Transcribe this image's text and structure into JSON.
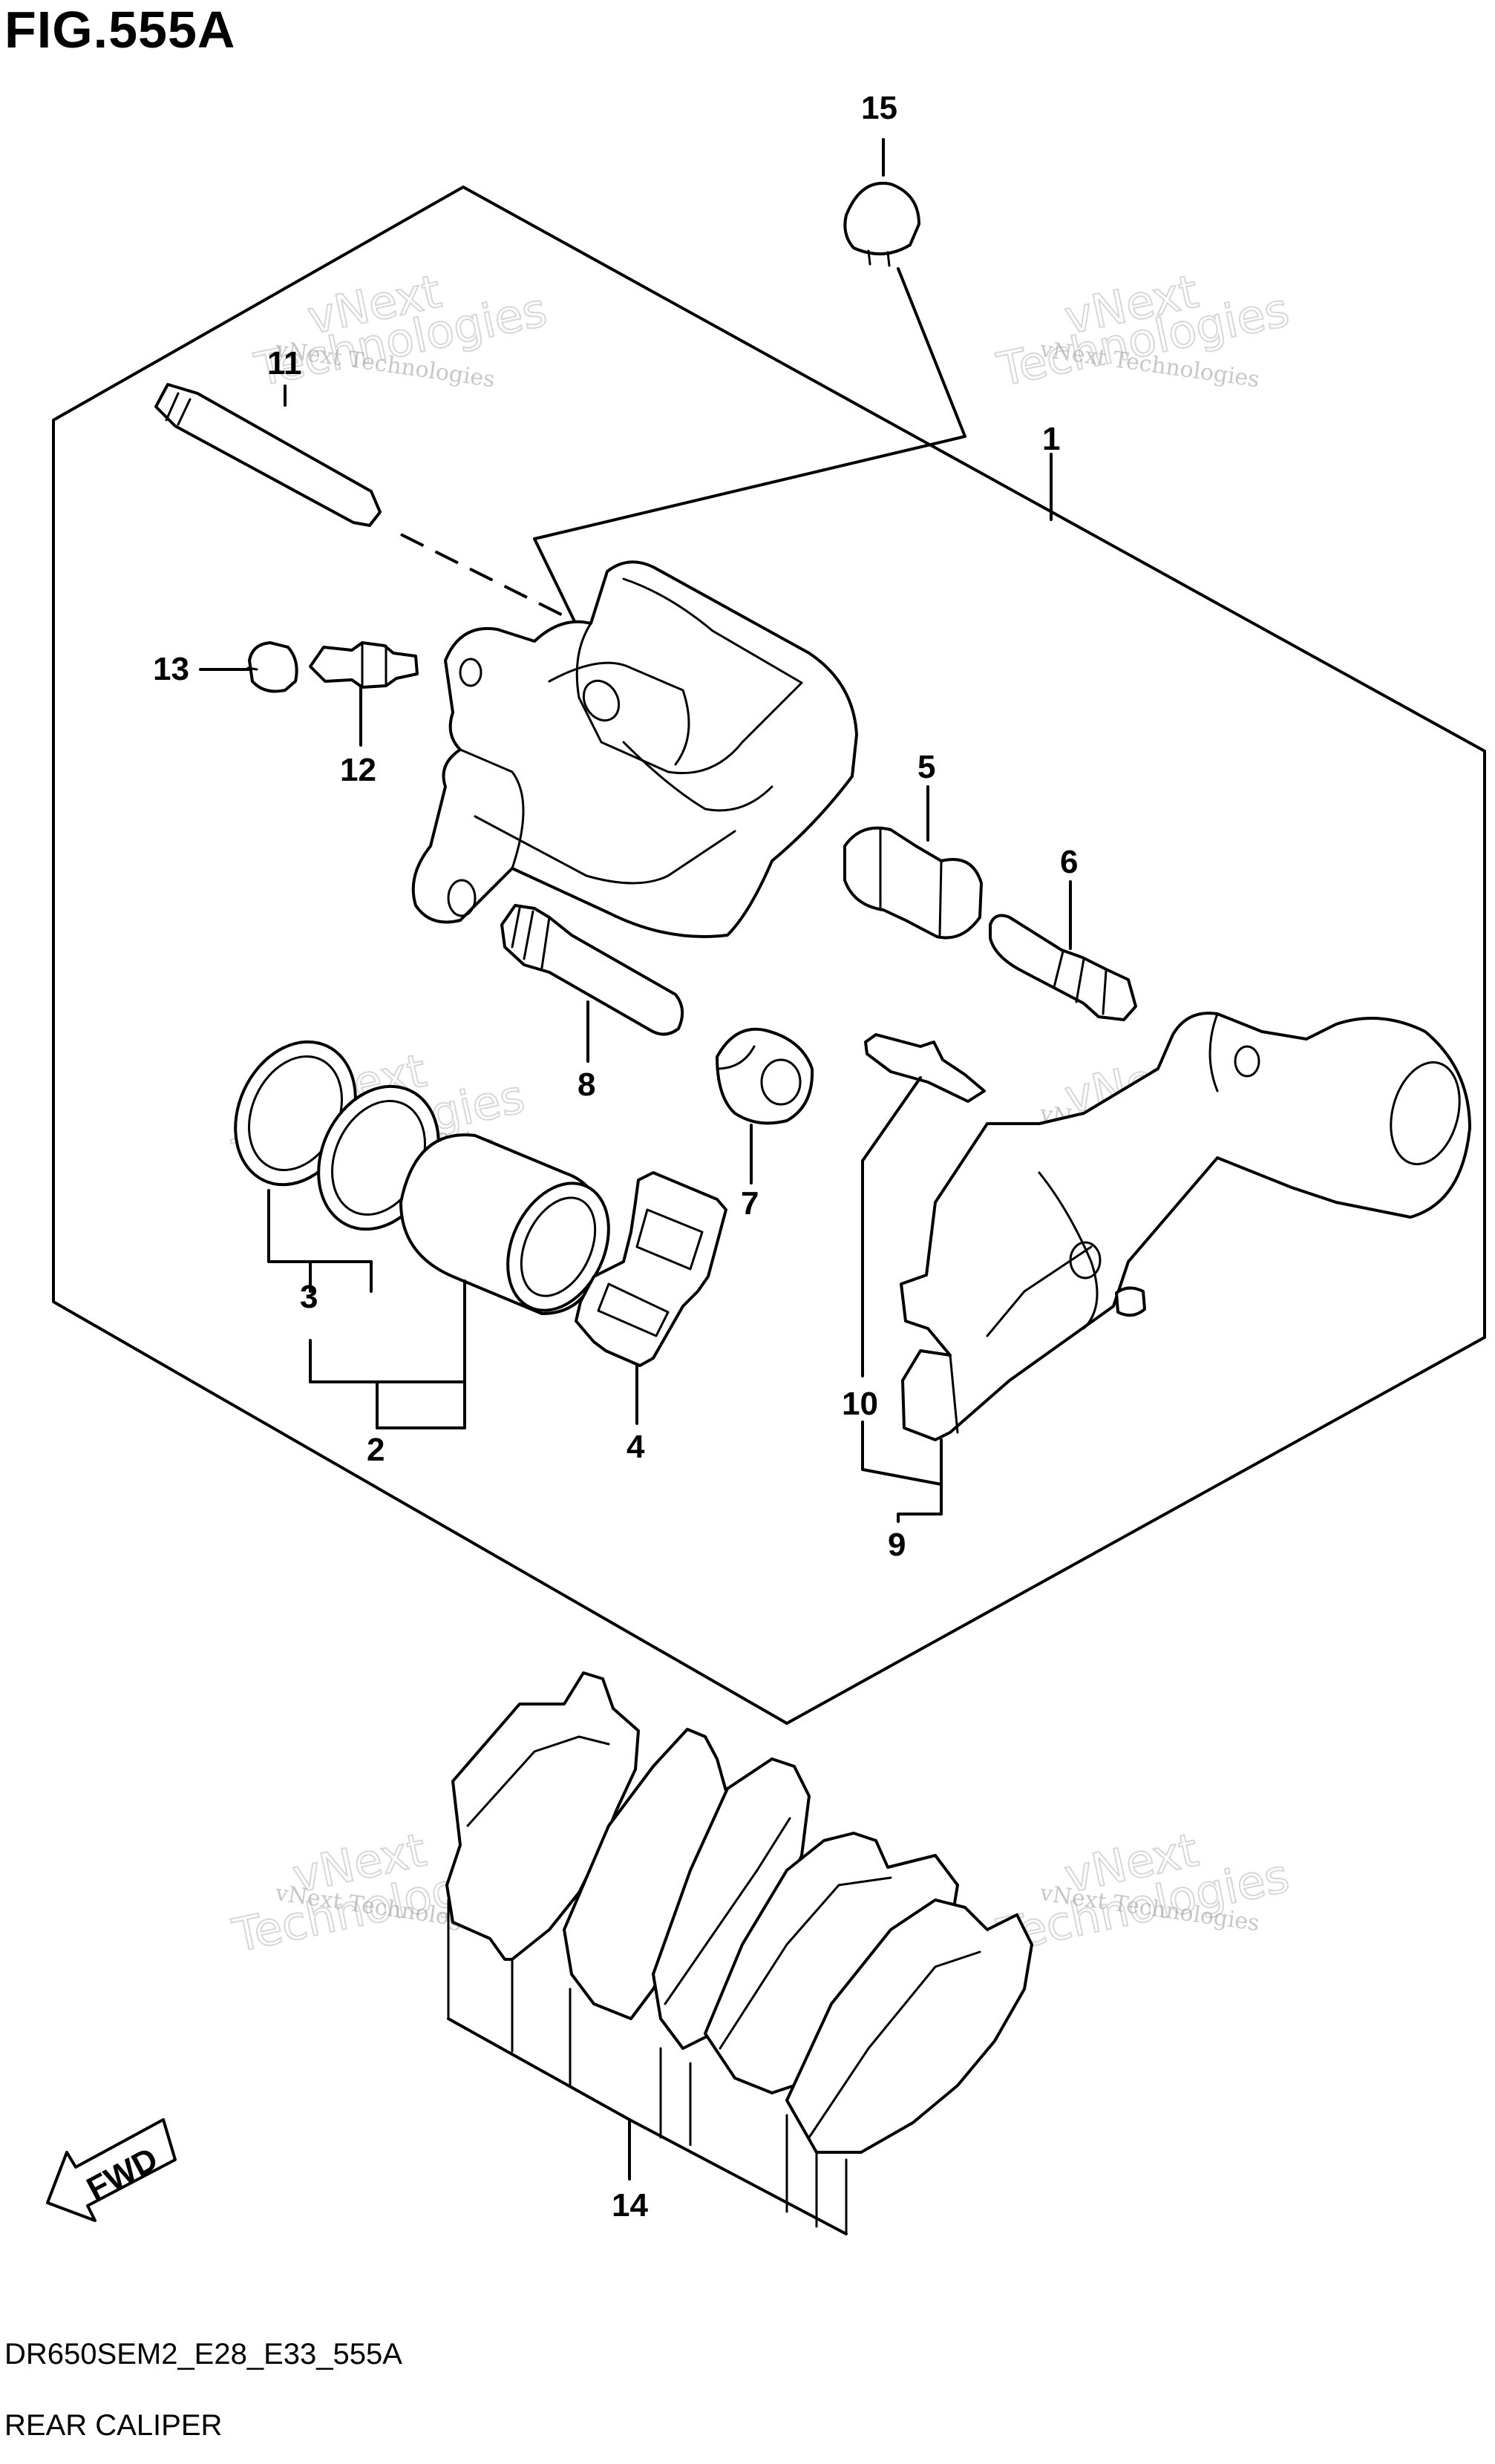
{
  "header": {
    "figure_title": "FIG.555A"
  },
  "footer": {
    "model_code": "DR650SEM2_E28_E33_555A",
    "diagram_name": "REAR CALIPER"
  },
  "callouts": {
    "c1": "1",
    "c2": "2",
    "c3": "3",
    "c4": "4",
    "c5": "5",
    "c6": "6",
    "c7": "7",
    "c8": "8",
    "c9": "9",
    "c10": "10",
    "c11": "11",
    "c12": "12",
    "c13": "13",
    "c14": "14",
    "c15": "15"
  },
  "fwd_label": "FWD",
  "watermark": {
    "line1": "vNext Technologies",
    "line2": "vNext",
    "line3": "Technologies"
  }
}
